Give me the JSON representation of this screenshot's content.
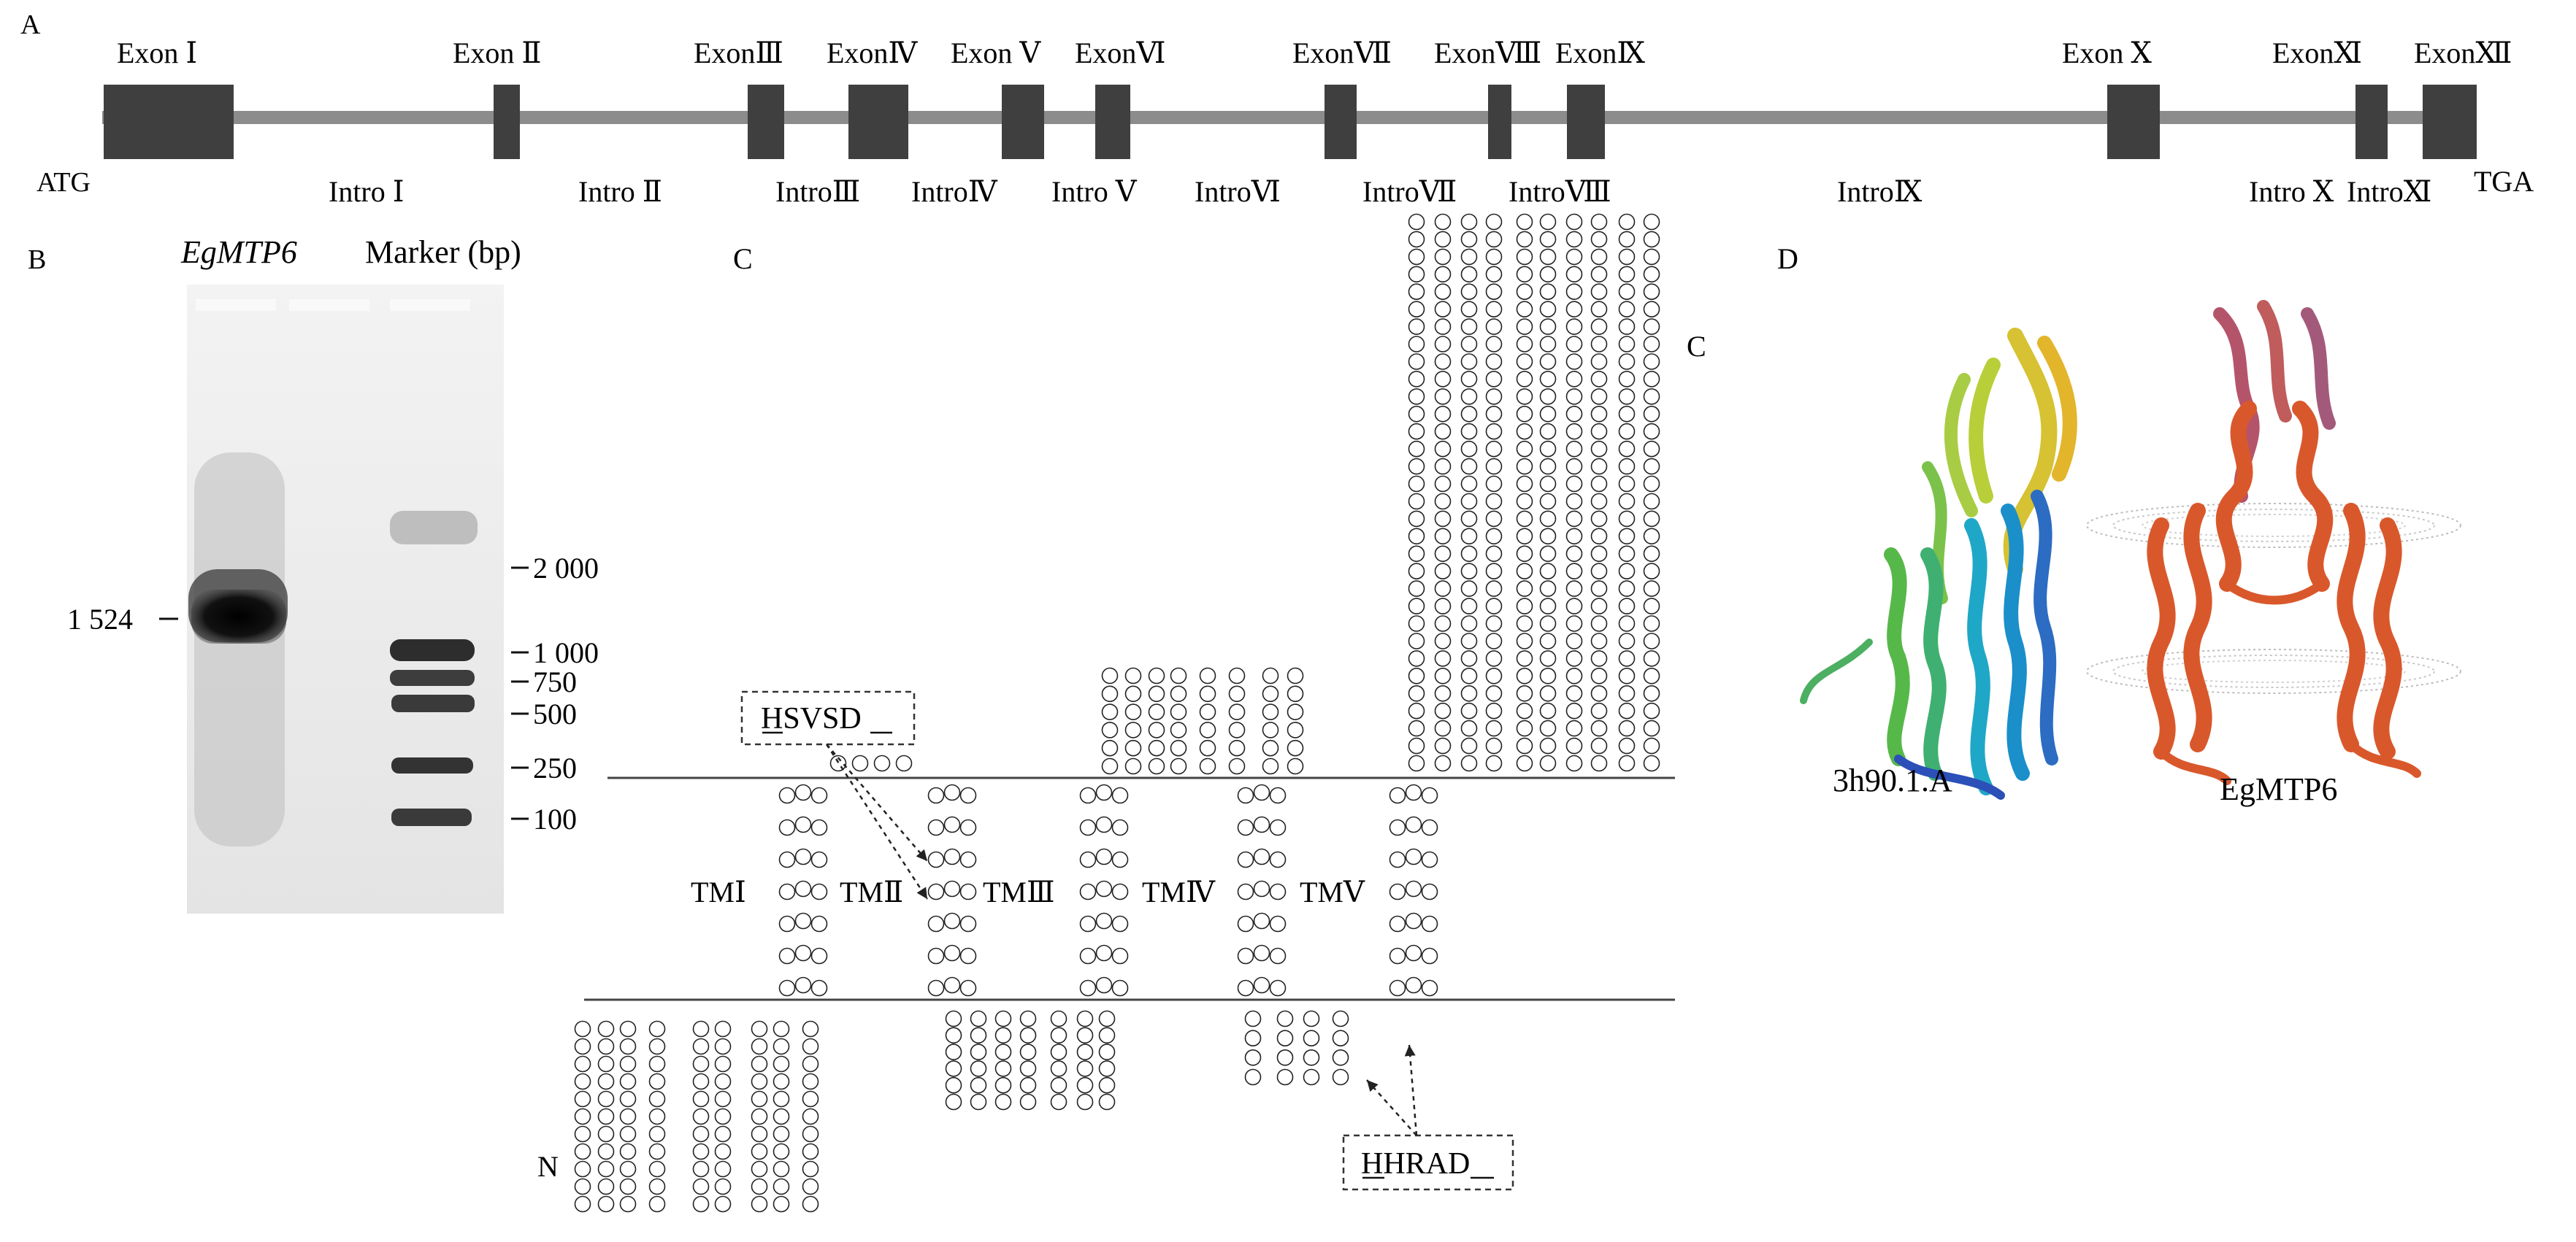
{
  "panel_labels": [
    "A",
    "B",
    "C",
    "D"
  ],
  "gene_structure": {
    "start_codon": "ATG",
    "stop_codon": "TGA",
    "exons": [
      "Exon Ⅰ",
      "Exon Ⅱ",
      "ExonⅢ",
      "ExonⅣ",
      "Exon Ⅴ",
      "ExonⅥ",
      "ExonⅦ",
      "ExonⅧ",
      "ExonⅨ",
      "Exon Ⅹ",
      "ExonⅪ",
      "ExonⅫ"
    ],
    "introns": [
      "Intro Ⅰ",
      "Intro Ⅱ",
      "IntroⅢ",
      "IntroⅣ",
      "Intro Ⅴ",
      "IntroⅥ",
      "IntroⅦ",
      "IntroⅧ",
      "IntroⅨ",
      "Intro Ⅹ",
      "IntroⅪ"
    ]
  },
  "gel": {
    "lane_gene": "EgMTP6",
    "lane_marker": "Marker (bp)",
    "band_size": "1 524",
    "marker_sizes": [
      "2 000",
      "1 000",
      "750",
      "500",
      "250",
      "100"
    ]
  },
  "topology": {
    "n_term": "N",
    "c_term": "C",
    "tm_labels": [
      "TMⅠ",
      "TMⅡ",
      "TMⅢ",
      "TMⅣ",
      "TMⅤ"
    ],
    "motifs": [
      "HSVSD",
      "HHRAD"
    ]
  },
  "structures": {
    "template_label": "3h90.1.A",
    "model_label": "EgMTP6"
  },
  "colors": {
    "exon": "#3f3f3f",
    "intron_line": "#8c8c8c",
    "gel_bg": "#ececec",
    "band": "#0a0a0a",
    "membrane_disc": "#bdbdbd",
    "model_ribbon": "#d9582b"
  }
}
